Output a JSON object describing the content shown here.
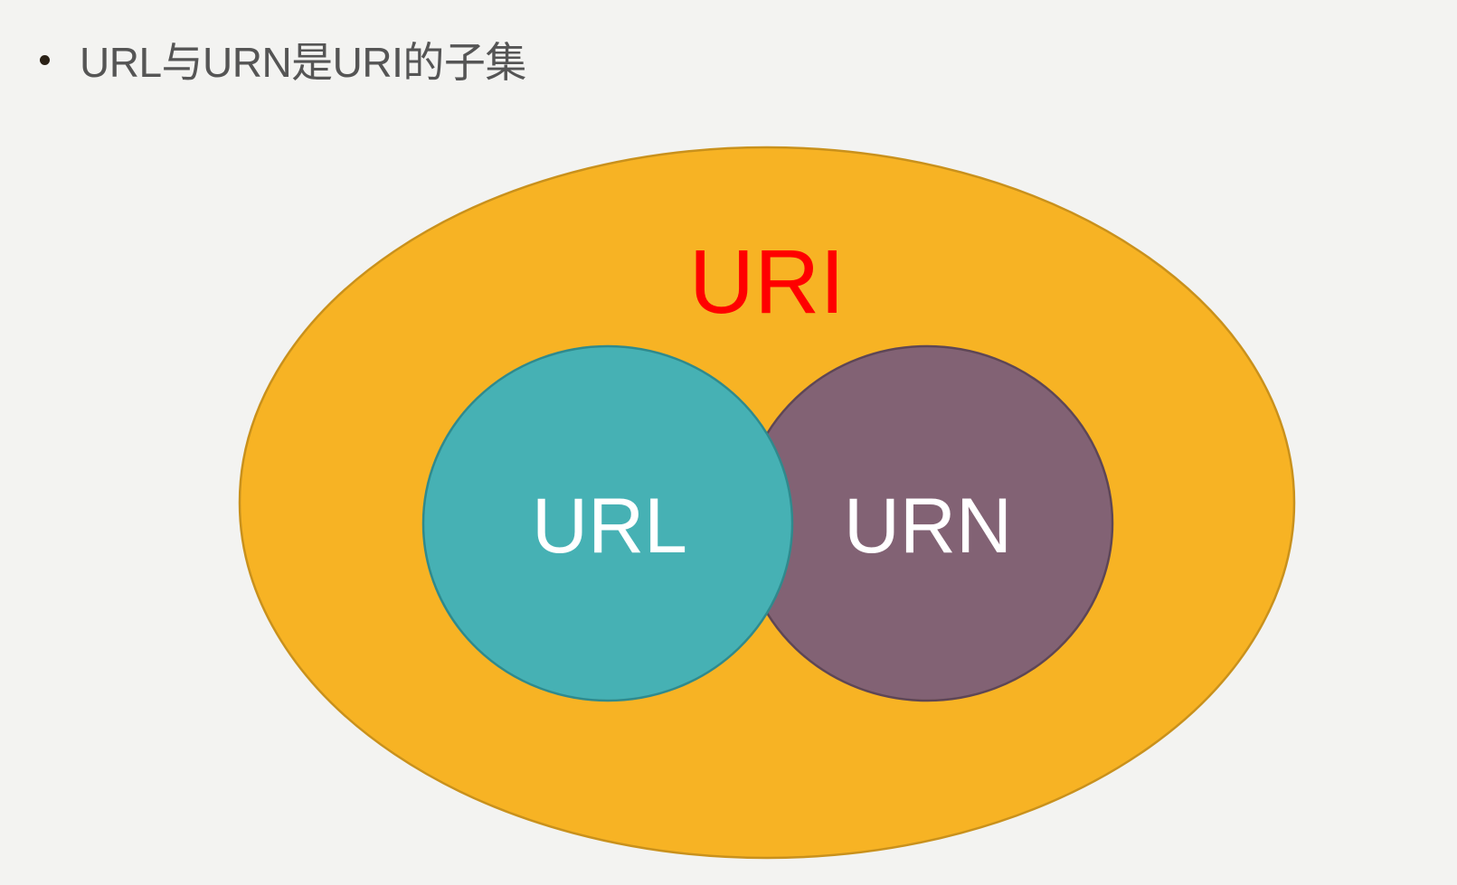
{
  "bullet": {
    "text": "URL与URN是URI的子集"
  },
  "diagram": {
    "outer": {
      "label": "URI",
      "fill": "#f7b324",
      "stroke": "#c9911c",
      "label_color": "#ff0000"
    },
    "left_circle": {
      "label": "URL",
      "fill": "#46b1b4",
      "stroke": "#2f8a8d",
      "label_color": "#ffffff"
    },
    "right_circle": {
      "label": "URN",
      "fill": "#826274",
      "stroke": "#5e4655",
      "label_color": "#ffffff"
    }
  }
}
